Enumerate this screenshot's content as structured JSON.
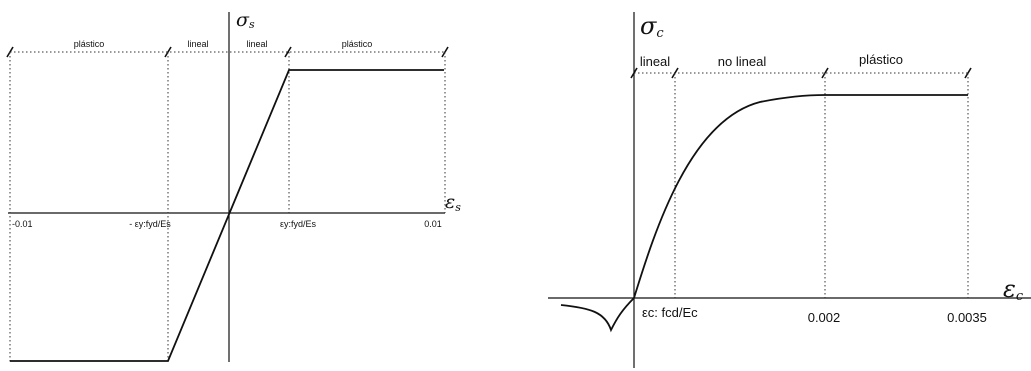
{
  "steel_diagram": {
    "y_symbol": "σ",
    "y_sub": "s",
    "x_symbol": "ε",
    "x_sub": "s",
    "regions": [
      "plástico",
      "lineal",
      "lineal",
      "plástico"
    ],
    "tick_left": "-0.01",
    "tick_neg_yield": "- εy:fyd/Es",
    "tick_pos_yield": "εy:fyd/Es",
    "tick_right": "0.01"
  },
  "concrete_diagram": {
    "y_symbol": "σ",
    "y_sub": "c",
    "x_symbol": "ε",
    "x_sub": "c",
    "regions": [
      "lineal",
      "no lineal",
      "plástico"
    ],
    "tick_elastic": "εc: fcd/Ec",
    "tick_002": "0.002",
    "tick_0035": "0.0035"
  }
}
